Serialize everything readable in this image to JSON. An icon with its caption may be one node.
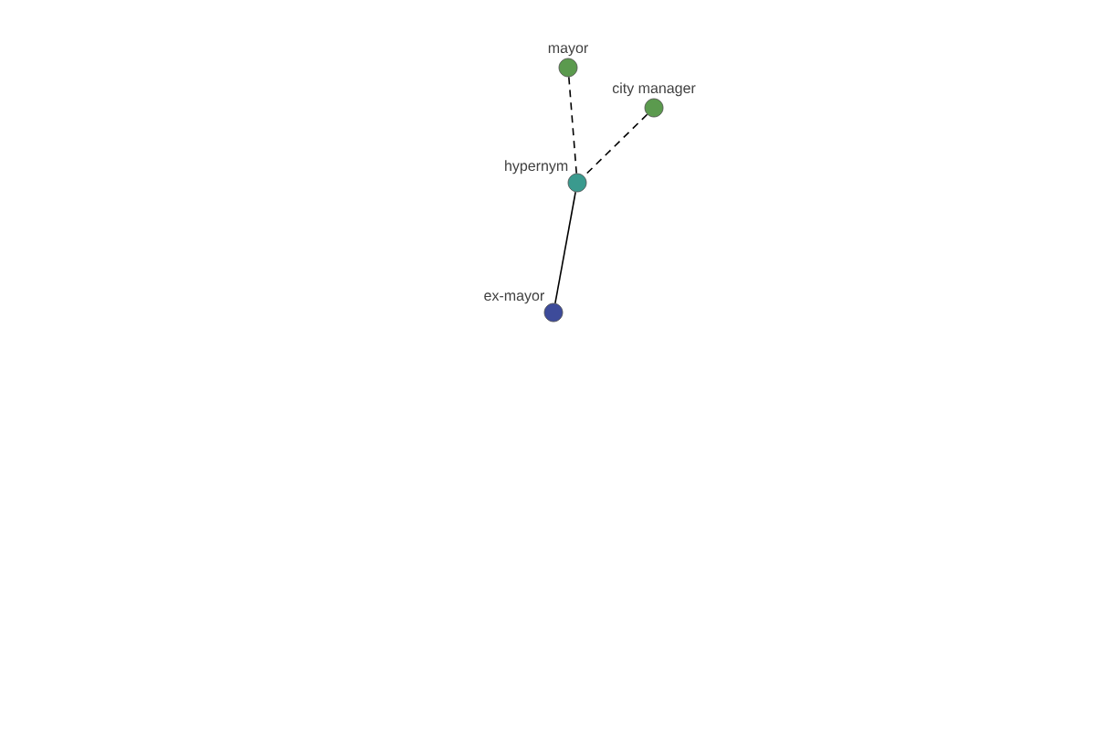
{
  "diagram": {
    "nodes": [
      {
        "text": [
          "mayor"
        ]
      },
      {
        "text": [
          "city manager"
        ]
      },
      {
        "text": [
          "hypernym"
        ]
      },
      {
        "text": [
          "ex-mayor"
        ]
      }
    ],
    "edges": [
      {
        "from": 0,
        "to": 2,
        "arrow": "none",
        "style": "dashed"
      },
      {
        "from": 1,
        "to": 2,
        "arrow": "none",
        "style": "dashed"
      },
      {
        "from": 2,
        "to": 3,
        "arrow": "none"
      }
    ]
  }
}
